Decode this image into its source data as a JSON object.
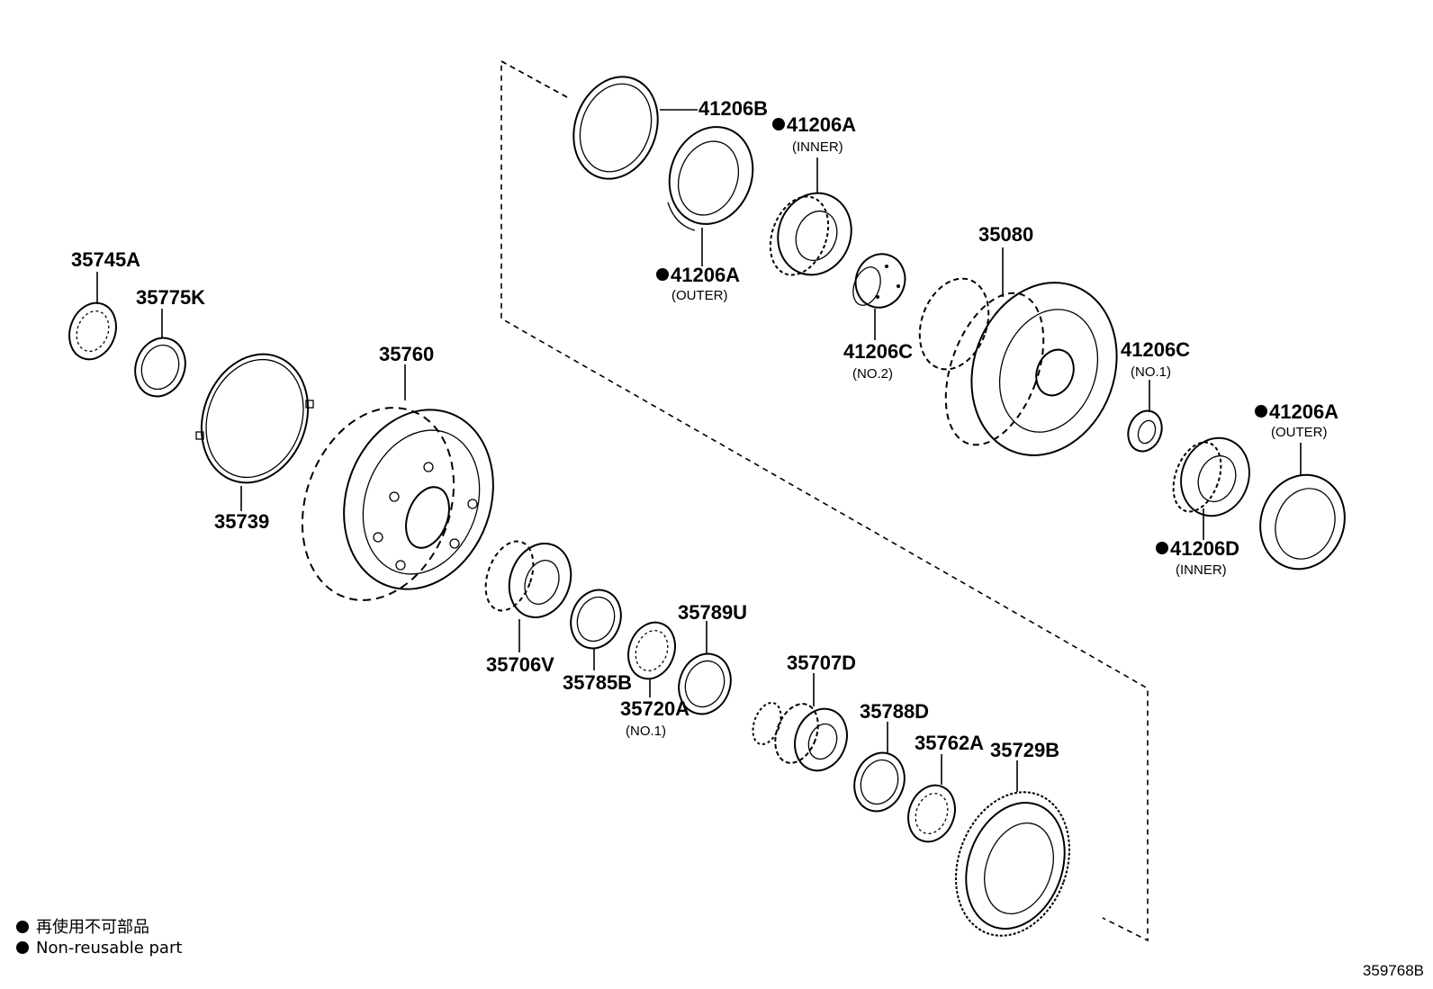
{
  "parts": {
    "p41206B": "41206B",
    "p41206A_inner": "41206A",
    "p41206A_inner_sub": "(INNER)",
    "p41206A_outer1": "41206A",
    "p41206A_outer1_sub": "(OUTER)",
    "p35080": "35080",
    "p41206C_no2": "41206C",
    "p41206C_no2_sub": "(NO.2)",
    "p41206C_no1": "41206C",
    "p41206C_no1_sub": "(NO.1)",
    "p41206A_outer2": "41206A",
    "p41206A_outer2_sub": "(OUTER)",
    "p41206D": "41206D",
    "p41206D_sub": "(INNER)",
    "p35745A": "35745A",
    "p35775K": "35775K",
    "p35760": "35760",
    "p35739": "35739",
    "p35706V": "35706V",
    "p35785B": "35785B",
    "p35720A": "35720A",
    "p35720A_sub": "(NO.1)",
    "p35789U": "35789U",
    "p35707D": "35707D",
    "p35788D": "35788D",
    "p35762A": "35762A",
    "p35729B": "35729B"
  },
  "legend": {
    "line1": "再使用不可部品",
    "line2": "Non-reusable part"
  },
  "diagram_ref": "359768B"
}
